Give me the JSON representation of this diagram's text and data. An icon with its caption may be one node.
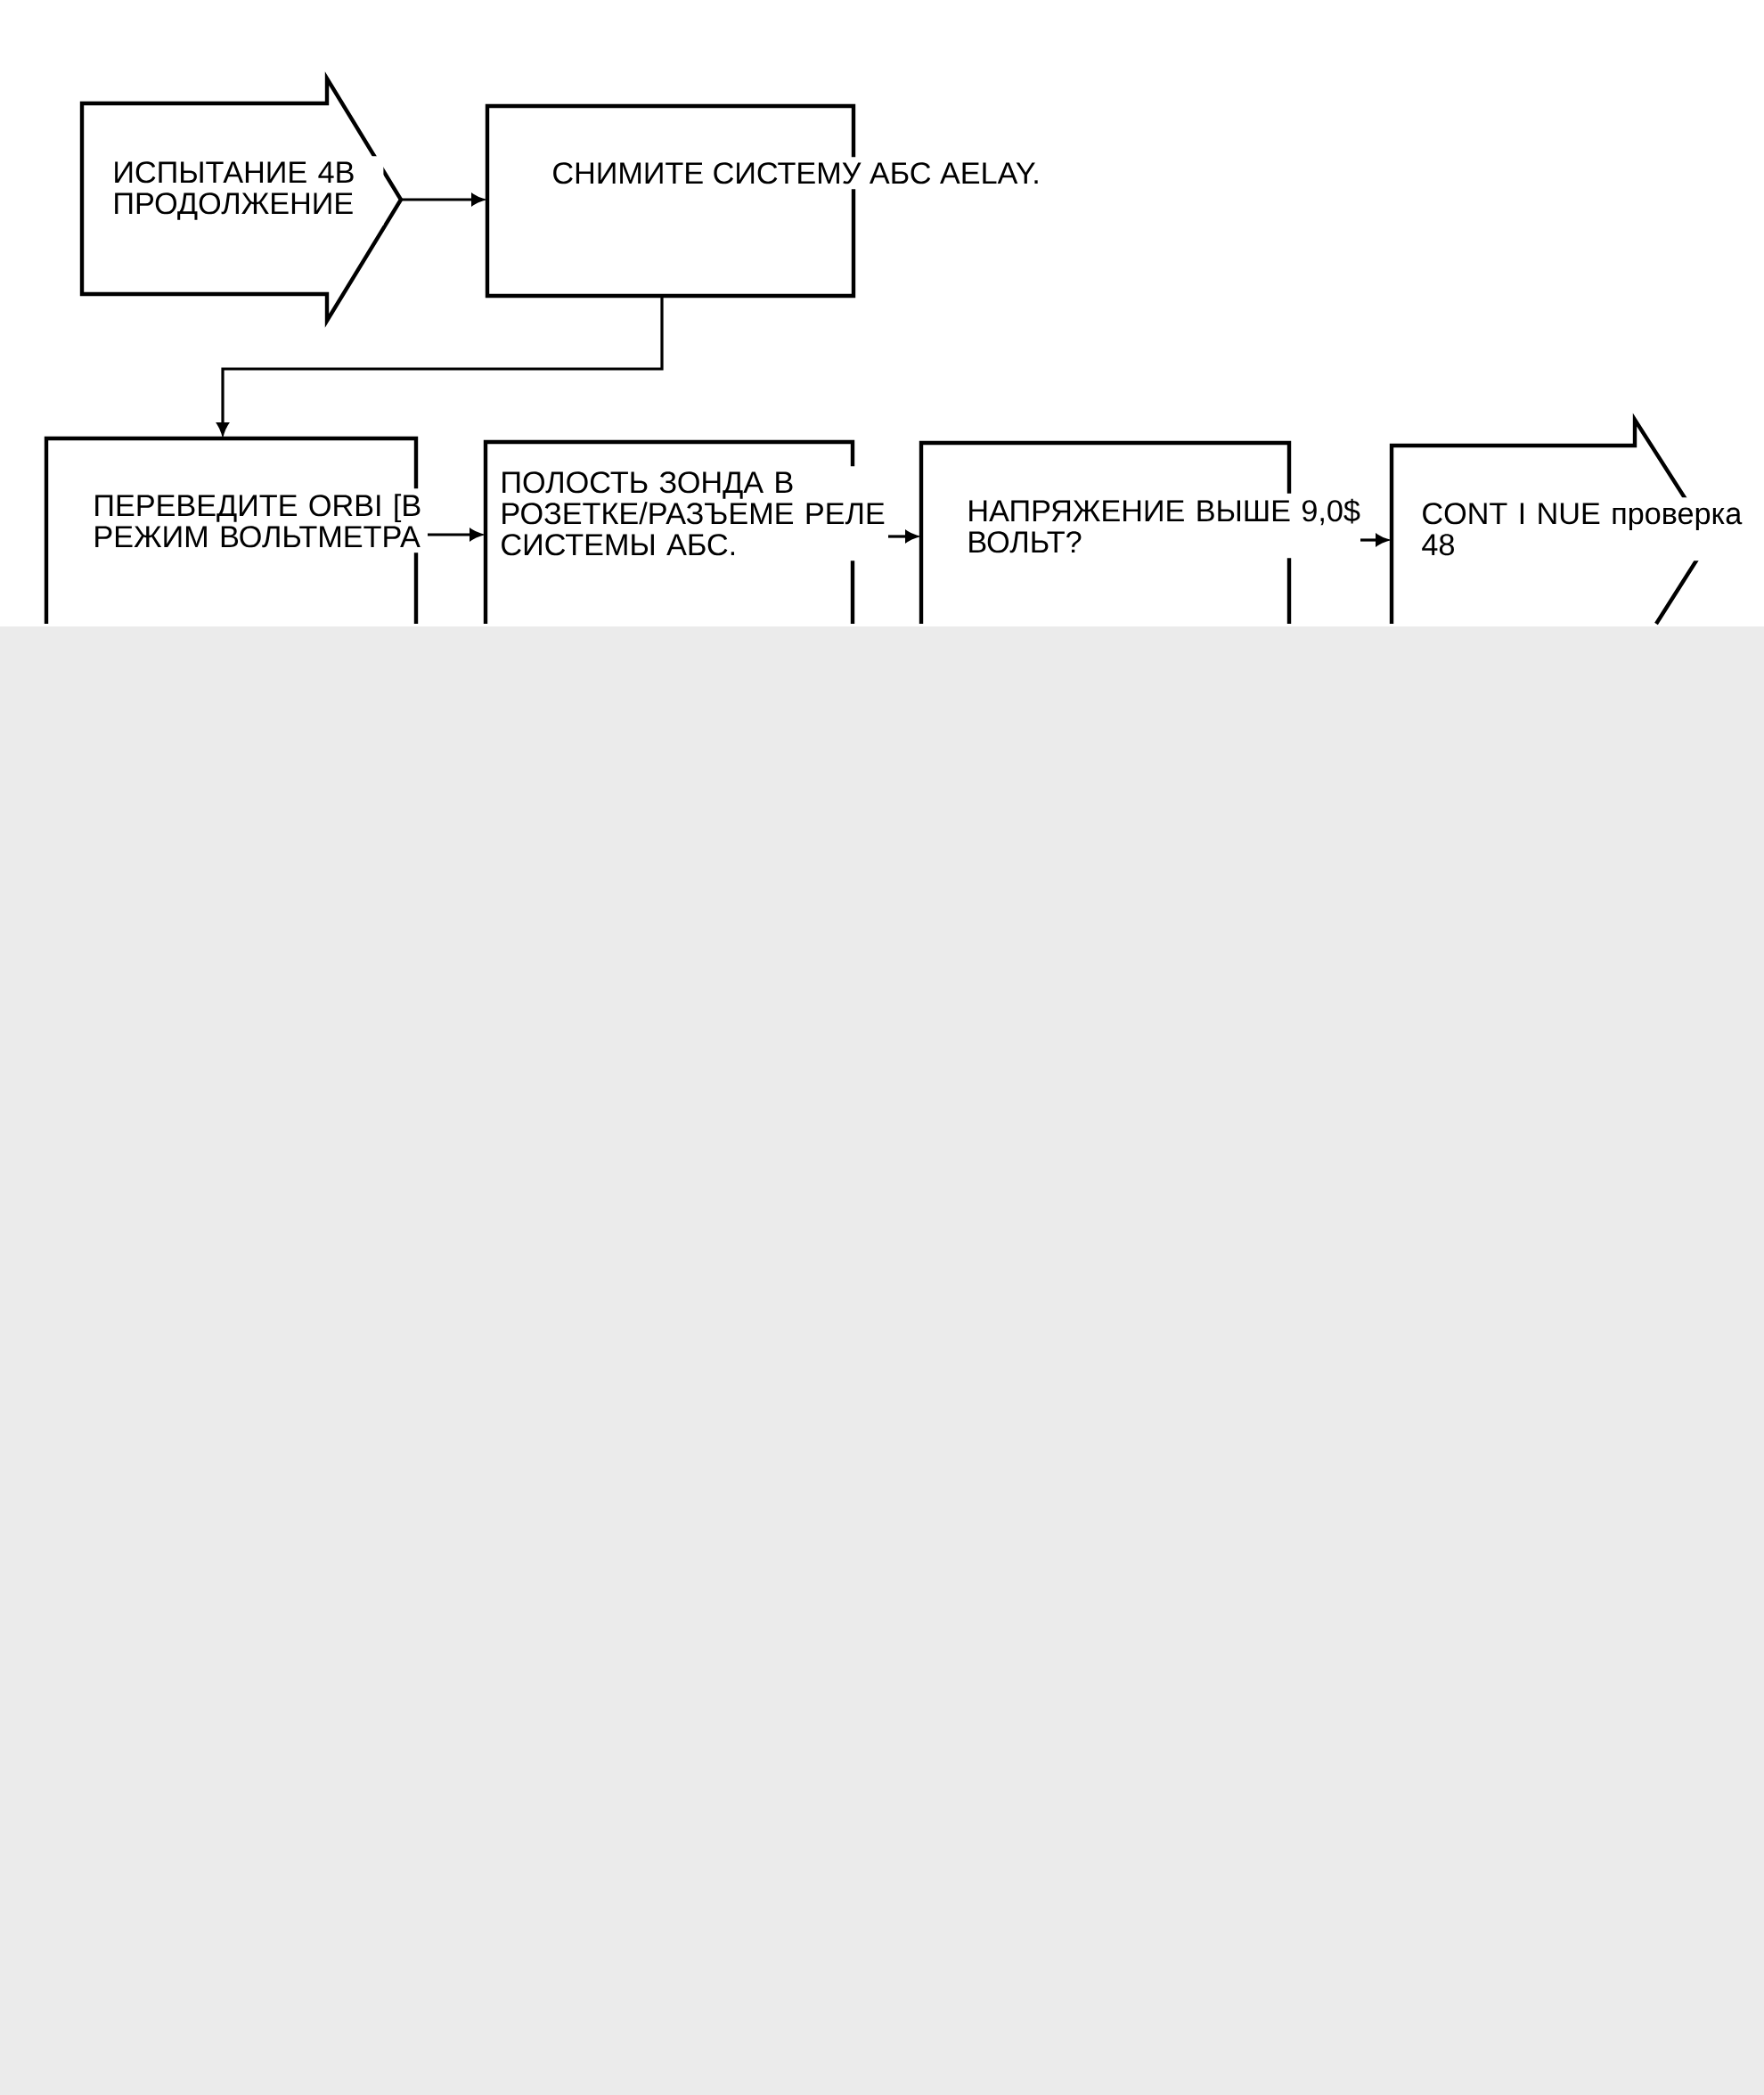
{
  "diagram": {
    "nodes": [
      {
        "text": [
          "ИСПЫТАНИЕ 4В ПРОДОЛЖЕНИЕ"
        ]
      },
      {
        "text": [
          "СНИМИТЕ СИСТЕМУ АБС AELAY."
        ]
      },
      {
        "text": [
          "ПЕРЕВЕДИТЕ ORBI [В РЕЖИМ ВОЛЬТМЕТРА"
        ]
      },
      {
        "text": [
          "ПОЛОСТЬ ЗОНДА В РОЗЕТКЕ/РАЗЪЕМЕ РЕЛЕ СИСТЕМЫ АБС."
        ]
      },
      {
        "text": [
          "НАПРЯЖЕНИЕ ВЫШЕ 9,0$ ВОЛЬТ?"
        ]
      },
      {
        "text": [
          "CONT I NUE проверка 48"
        ]
      }
    ],
    "edges": [
      {
        "from": 0,
        "to": 1,
        "arrow": "to"
      },
      {
        "from": 1,
        "to": 2,
        "arrow": "to"
      },
      {
        "from": 2,
        "to": 3,
        "arrow": "to"
      },
      {
        "from": 3,
        "to": 4,
        "arrow": "to"
      },
      {
        "from": 4,
        "to": 5,
        "arrow": "to"
      }
    ]
  }
}
